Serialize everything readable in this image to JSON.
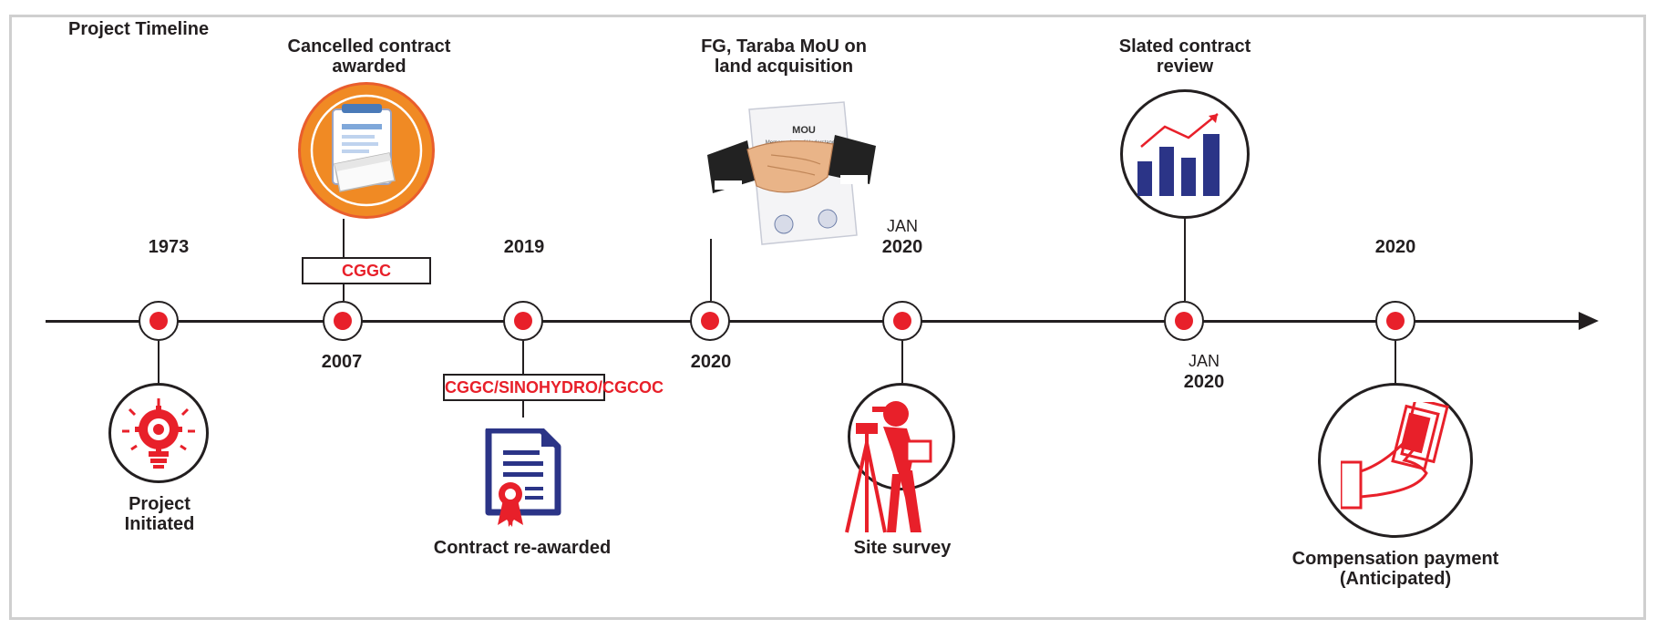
{
  "frame": {
    "title": "Project Timeline"
  },
  "events": [
    {
      "id": "e1",
      "year": "1973",
      "label": "Project\nInitiated",
      "icon": "lightbulb-gear-icon"
    },
    {
      "id": "e2",
      "year": "2007",
      "label": "Cancelled contract\nawarded",
      "contractor": "CGGC",
      "icon": "clipboard-contract-icon"
    },
    {
      "id": "e3",
      "year": "2019",
      "label": "Contract re-awarded",
      "contractor": "CGGC/SINOHYDRO/CGCOC",
      "icon": "certificate-icon"
    },
    {
      "id": "e4",
      "year": "2020",
      "label": "FG, Taraba MoU on\nland acquisition",
      "icon": "mou-handshake-icon"
    },
    {
      "id": "e5",
      "month": "JAN",
      "year": "2020",
      "label": "Site survey",
      "icon": "surveyor-icon"
    },
    {
      "id": "e6",
      "month": "JAN",
      "year": "2020",
      "label": "Slated contract\nreview",
      "icon": "bar-chart-trend-icon"
    },
    {
      "id": "e7",
      "year": "2020",
      "label": "Compensation payment\n(Anticipated)",
      "icon": "cash-payment-icon"
    }
  ],
  "mou_doc": {
    "title": "MOU",
    "subtitle": "Memorandum of Understanding"
  },
  "colors": {
    "accent": "#e8202a",
    "navy": "#2b3487",
    "orange": "#f08a24",
    "line": "#231f20",
    "frame": "#cfcfcf"
  }
}
